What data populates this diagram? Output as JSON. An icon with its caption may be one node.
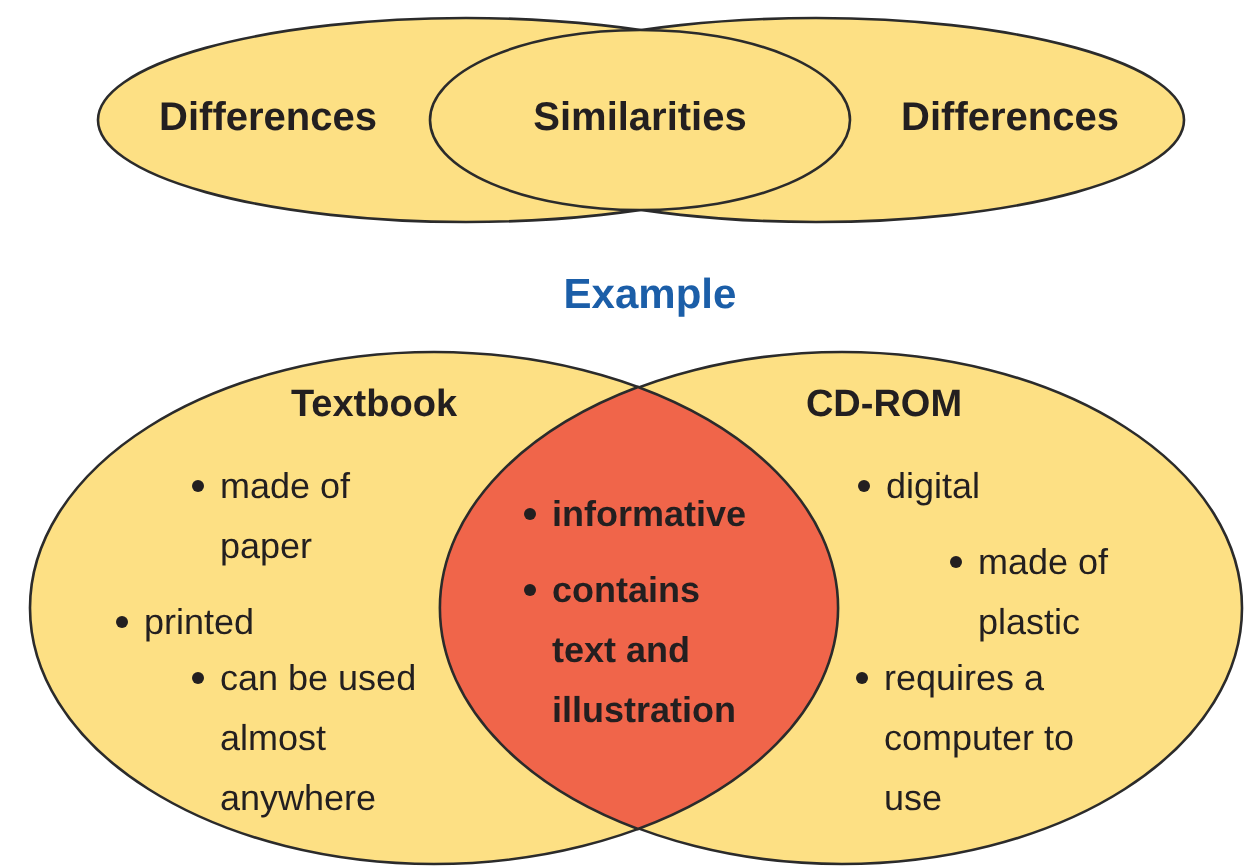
{
  "diagram": {
    "nodes": [
      {
        "text": [
          "Differences"
        ]
      },
      {
        "text": [
          "Differences"
        ]
      },
      {
        "text": [
          "Similarities"
        ]
      },
      {
        "text": [
          "Textbook",
          "made of paper",
          "printed",
          "can be used almost anywhere"
        ]
      },
      {
        "text": [
          "CD-ROM",
          "digital",
          "made of plastic",
          "requires a computer to use"
        ]
      },
      {
        "text": [
          "informative",
          "contains text and illustration"
        ]
      }
    ],
    "edges": [],
    "labels": [
      "Example"
    ]
  }
}
